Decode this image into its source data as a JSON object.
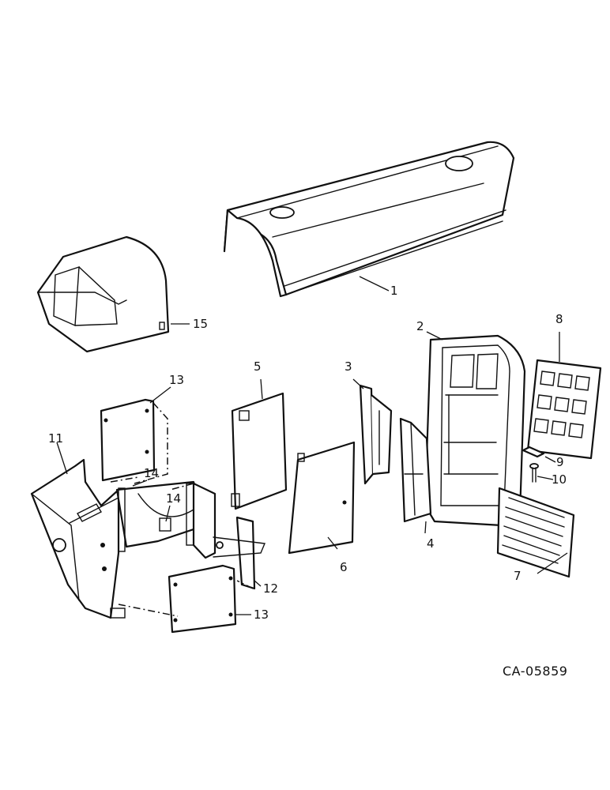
{
  "callouts": {
    "c1": "1",
    "c2": "2",
    "c3": "3",
    "c4": "4",
    "c5": "5",
    "c6": "6",
    "c7": "7",
    "c8": "8",
    "c9": "9",
    "c10": "10",
    "c11": "11",
    "c12": "12",
    "c13a": "13",
    "c13b": "13",
    "c14a": "14",
    "c14b": "14",
    "c15": "15"
  },
  "drawing_code": "CA-05859",
  "colors": {
    "line": "#111111",
    "background": "#ffffff"
  }
}
